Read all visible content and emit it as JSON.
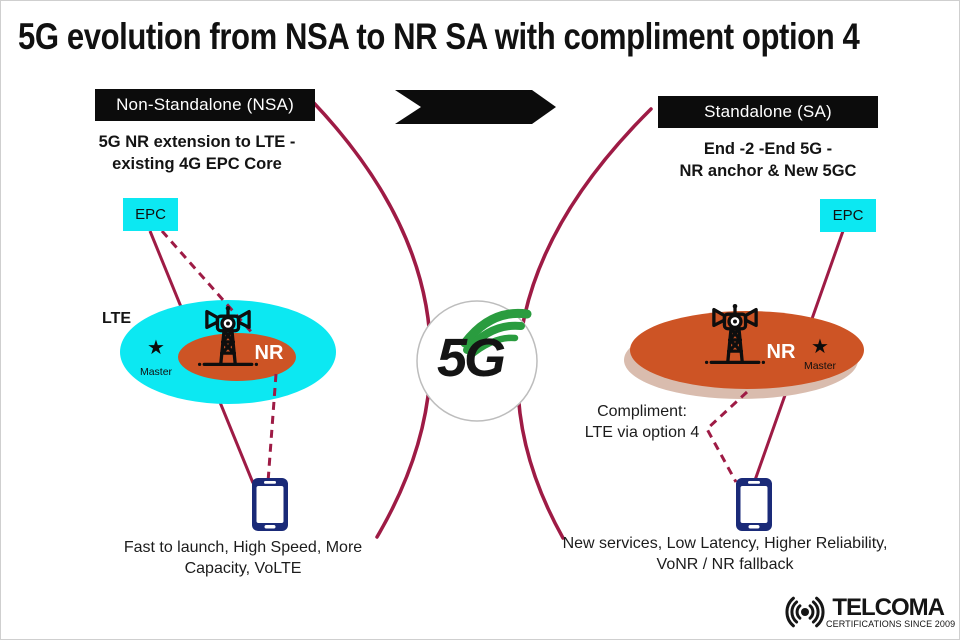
{
  "title": "5G evolution from NSA to NR SA with compliment option 4",
  "nsa": {
    "heading": "Non-Standalone (NSA)",
    "desc_line1": "5G NR extension to LTE -",
    "desc_line2": "existing 4G EPC Core",
    "epc": "EPC",
    "lte": "LTE",
    "nr": "NR",
    "master": "Master",
    "footnote_line1": "Fast to launch, High Speed, More",
    "footnote_line2": "Capacity, VoLTE"
  },
  "sa": {
    "heading": "Standalone (SA)",
    "desc_line1": "End -2 -End 5G -",
    "desc_line2": "NR anchor & New 5GC",
    "epc": "EPC",
    "nr": "NR",
    "master": "Master",
    "compliment_line1": "Compliment:",
    "compliment_line2": "LTE via option 4",
    "footnote_line1": "New services, Low Latency, Higher Reliability,",
    "footnote_line2": "VoNR / NR fallback"
  },
  "center": {
    "logo_text": "5G"
  },
  "brand": {
    "name": "TELCOMA",
    "tagline": "CERTIFICATIONS SINCE 2009"
  },
  "icons": {
    "star": "★"
  },
  "colors": {
    "cyan": "#0ce8f2",
    "orange": "#cd5425",
    "crimson": "#9e1b45",
    "navy": "#1a2a78",
    "green": "#2a9c3f",
    "shadow": "#d9bcae",
    "black": "#0c0c0c"
  }
}
